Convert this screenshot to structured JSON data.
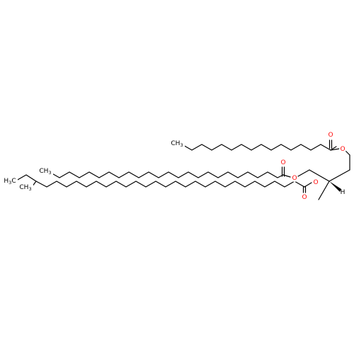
{
  "colors": {
    "bond": "#000000",
    "oxygen": "#ff0d0d",
    "background": "#ffffff"
  },
  "atoms": {
    "o_ester_1": "O",
    "o_carbonyl_1": "O",
    "o_ester_2": "O",
    "o_carbonyl_2": "O",
    "o_ester_3": "O",
    "o_carbonyl_3": "O",
    "stereo_h": "H",
    "methyl_1": {
      "main": "CH",
      "sub": "3"
    },
    "methyl_2": {
      "main": "CH",
      "sub": "3"
    },
    "methyl_3": {
      "main": "H",
      "sub": "3",
      "tail": "C"
    },
    "methyl_4": {
      "main": "CH",
      "sub": "3"
    }
  }
}
